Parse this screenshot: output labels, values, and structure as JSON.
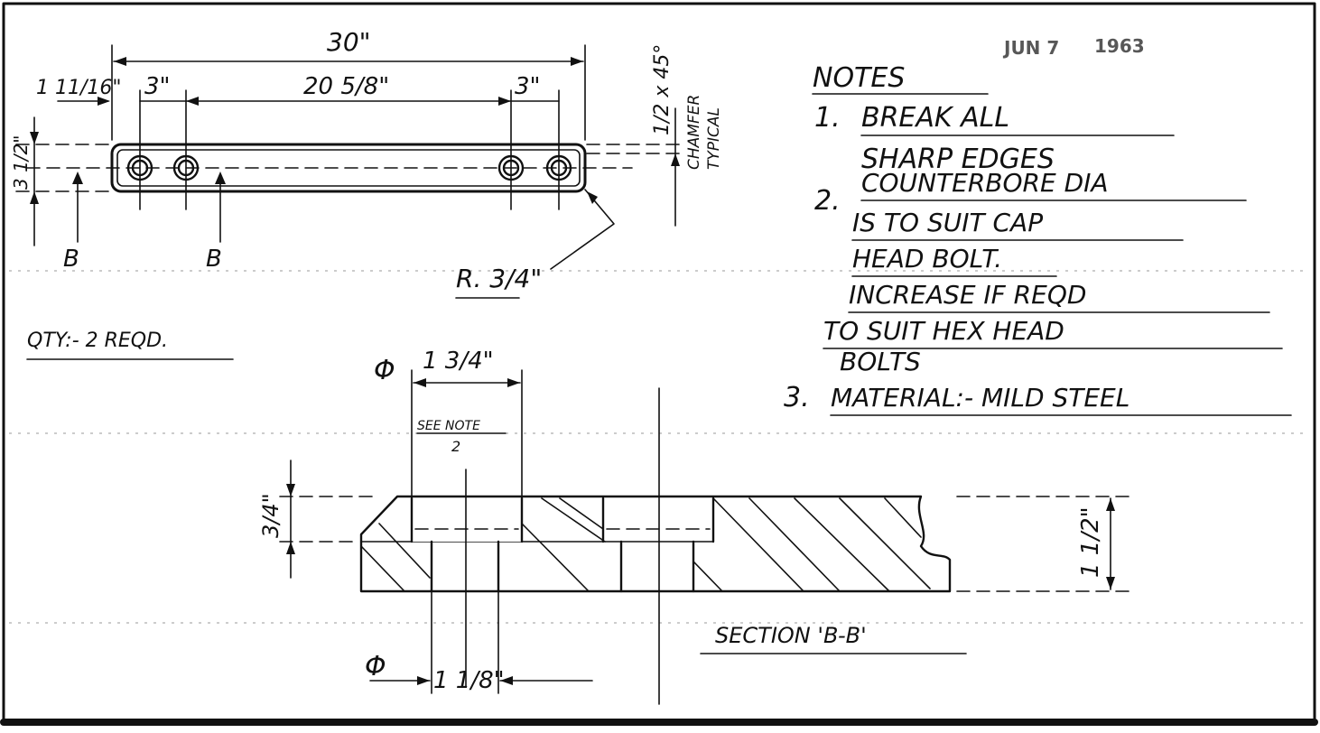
{
  "plan_view": {
    "dim_overall": "30\"",
    "dim_left_edge": "1 11/16\"",
    "dim_hole_spacing_left": "3\"",
    "dim_between_holes": "20 5/8\"",
    "dim_hole_spacing_right": "3\"",
    "dim_thickness": "3 1/2\"",
    "chamfer_note": "1/2 x 45°",
    "chamfer_label_1": "CHAMFER",
    "chamfer_label_2": "TYPICAL",
    "radius_note": "R. 3/4\"",
    "section_mark_left": "B",
    "section_mark_right": "B"
  },
  "quantity": "QTY:- 2 REQD.",
  "stamp": {
    "text_1": "JUN 7",
    "text_2": "1963"
  },
  "notes": {
    "title": "NOTES",
    "items": [
      {
        "num": "1.",
        "lines": [
          "BREAK ALL",
          "SHARP EDGES"
        ]
      },
      {
        "num": "2.",
        "lines": [
          "COUNTERBORE DIA",
          "IS TO SUIT CAP",
          "HEAD BOLT.",
          "INCREASE IF REQD",
          "TO SUIT HEX HEAD",
          "BOLTS"
        ]
      },
      {
        "num": "3.",
        "lines": [
          "MATERIAL:- MILD STEEL"
        ]
      }
    ]
  },
  "section_view": {
    "dim_counterbore": "1 3/4\"",
    "see_note_1": "SEE NOTE",
    "see_note_2": "2",
    "dim_depth": "3/4\"",
    "dim_total": "1 1/2\"",
    "dim_hole": "1 1/8\"",
    "diameter_symbol": "Φ",
    "title": "SECTION 'B-B'"
  }
}
